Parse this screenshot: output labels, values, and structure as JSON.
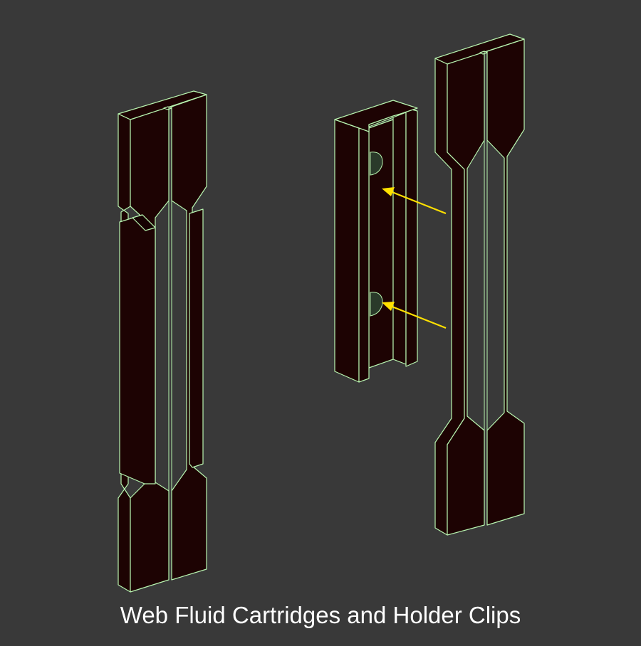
{
  "caption": "Web Fluid Cartridges and Holder Clips",
  "colors": {
    "background": "#393939",
    "part_fill": "#1d0303",
    "edge": "#b8f5b0",
    "arrow": "#ffe000"
  },
  "parts": [
    {
      "name": "left-cartridge-with-clips"
    },
    {
      "name": "holder-clip"
    },
    {
      "name": "right-cartridge"
    }
  ]
}
